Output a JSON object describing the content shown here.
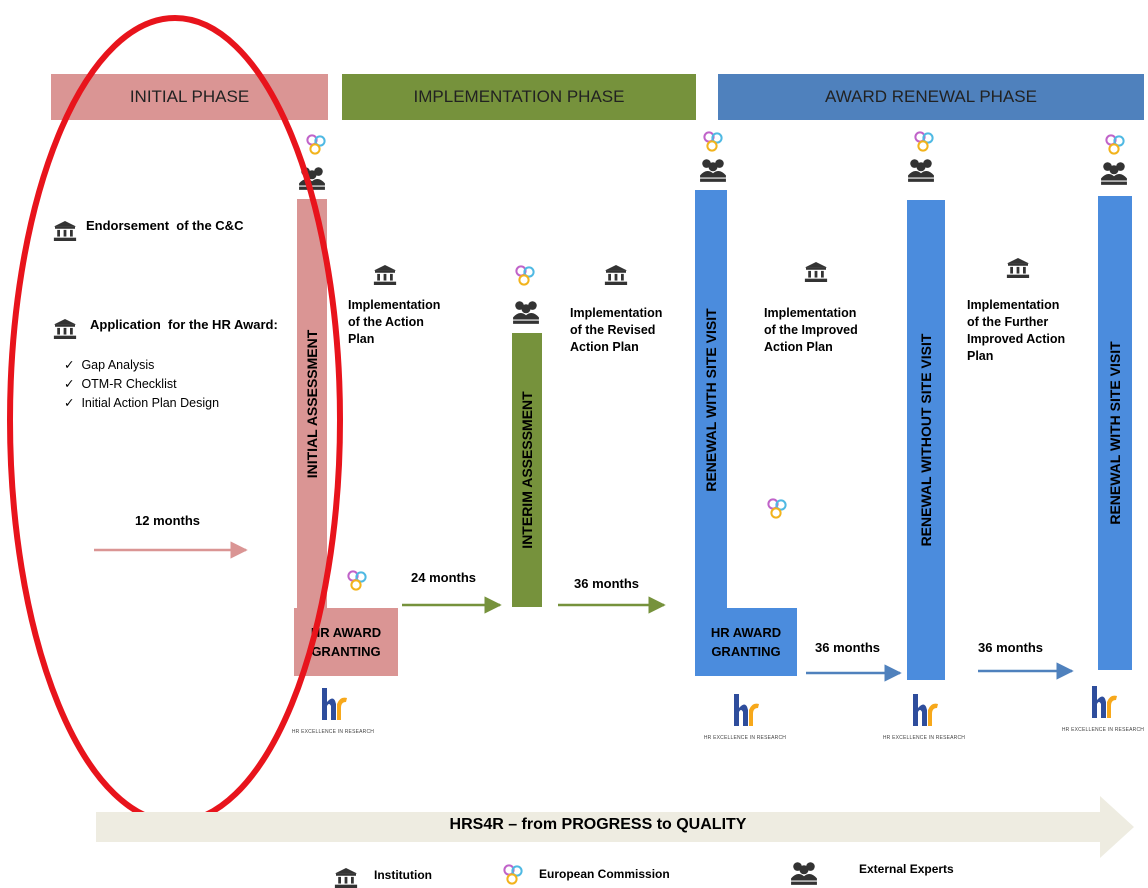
{
  "phases": {
    "initial": "INITIAL PHASE",
    "implementation": "IMPLEMENTATION PHASE",
    "renewal": "AWARD RENEWAL PHASE"
  },
  "initial": {
    "endorsement": "Endorsement  of the C&C",
    "application": "Application  for the HR Award:",
    "checklist": [
      "Gap Analysis",
      "OTM-R Checklist",
      "Initial Action Plan Design"
    ],
    "months": "12 months"
  },
  "bars": {
    "initial_assessment": "INITIAL ASSESSMENT",
    "interim_assessment": "INTERIM  ASSESSMENT",
    "renewal_site_visit_1": "RENEWAL WITH SITE VISIT",
    "renewal_without_site_visit": "RENEWAL WITHOUT SITE VISIT",
    "renewal_site_visit_2": "RENEWAL WITH SITE VISIT"
  },
  "implementation": {
    "action_plan": [
      "Implementation",
      "of the Action",
      "Plan"
    ],
    "revised": [
      "Implementation",
      "of the Revised",
      "Action Plan"
    ],
    "improved": [
      "Implementation",
      "of the Improved",
      "Action Plan"
    ],
    "further": [
      "Implementation",
      "of the Further",
      "Improved Action",
      "Plan"
    ]
  },
  "granting": {
    "first": [
      "HR AWARD",
      "GRANTING"
    ],
    "second": [
      "HR AWARD",
      "GRANTING"
    ]
  },
  "durations": {
    "d24": "24 months",
    "d36a": "36 months",
    "d36b": "36 months",
    "d36c": "36 months"
  },
  "logo": {
    "mark": "hr",
    "subtitle": "HR EXCELLENCE IN RESEARCH"
  },
  "footer": {
    "banner": "HRS4R – from PROGRESS to QUALITY"
  },
  "legend": {
    "institution": "Institution",
    "commission": "European Commission",
    "experts": "External Experts"
  },
  "colors": {
    "initial": "#da9594",
    "implementation": "#76923c",
    "renewal": "#4f81bd",
    "renewal_bar": "#4b8cdd",
    "highlight_ellipse": "#e8141c",
    "banner": "#eeece1",
    "logo_blue": "#2e4d9c",
    "logo_yellow": "#f7a81b"
  },
  "icons": {
    "institution": "building-columns-icon",
    "commission": "ec-rings-icon",
    "experts": "experts-group-icon",
    "check": "checkmark-icon"
  }
}
